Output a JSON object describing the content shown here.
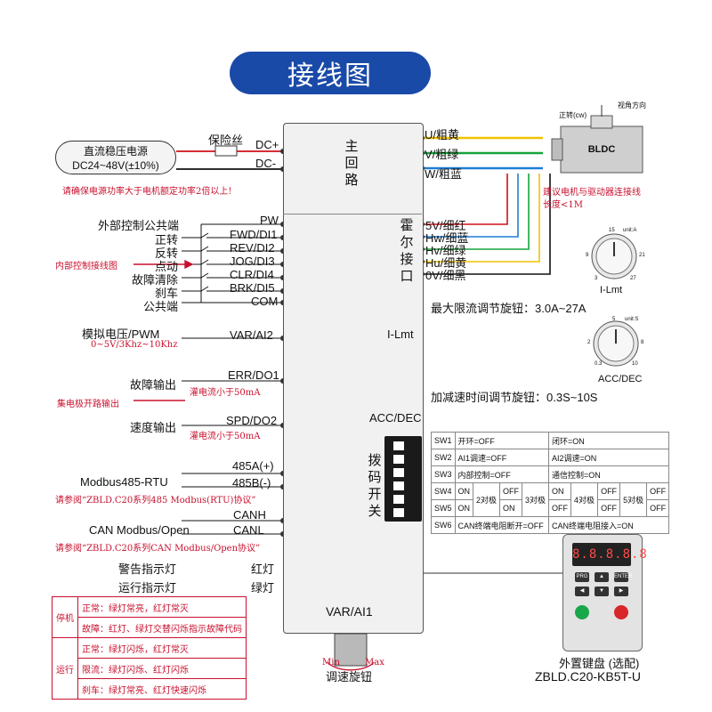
{
  "title": "接线图",
  "power": {
    "psu_line1": "直流稳压电源",
    "psu_line2": "DC24~48V(±10%)",
    "fuse": "保险丝",
    "dc_plus": "DC+",
    "dc_minus": "DC-",
    "note": "请确保电源功率大于电机额定功率2倍以上!"
  },
  "board": {
    "main_circuit": [
      "主",
      "回",
      "路"
    ],
    "hall_port": [
      "霍",
      "尔",
      "接",
      "口"
    ],
    "dip_label": [
      "拨",
      "码",
      "开",
      "关"
    ],
    "i_lmt": "I-Lmt",
    "acc_dec": "ACC/DEC",
    "var_ai1": "VAR/AI1",
    "speed_knob": "调速旋钮",
    "min": "Min",
    "max": "Max"
  },
  "motor": {
    "phases": [
      "U/粗黄",
      "V/粗绿",
      "W/粗蓝"
    ],
    "name": "BLDC",
    "forward": "正转(cw)",
    "view": "视角方向",
    "note_line1": "建议电机与驱动器连接线",
    "note_line2": "长度<1M"
  },
  "hall": [
    "5V/细红",
    "Hw/细蓝",
    "Hv/细绿",
    "Hu/细黄",
    "0V/细黑"
  ],
  "inputs": {
    "pw": "PW",
    "common_ext": "外部控制公共端",
    "rows": [
      {
        "name": "正转",
        "pin": "FWD/DI1"
      },
      {
        "name": "反转",
        "pin": "REV/DI2"
      },
      {
        "name": "点动",
        "pin": "JOG/DI3"
      },
      {
        "name": "故障清除",
        "pin": "CLR/DI4"
      },
      {
        "name": "刹车",
        "pin": "BRK/DI5"
      },
      {
        "name": "公共端",
        "pin": "COM"
      }
    ],
    "internal_note": "内部控制接线图",
    "analog_name": "模拟电压/PWM",
    "analog_pin": "VAR/AI2",
    "analog_note": "0~5V/3Khz~10Khz"
  },
  "outputs": {
    "fault_name": "故障输出",
    "fault_pin": "ERR/DO1",
    "fault_note": "灌电流小于50mA",
    "oc_note": "集电极开路输出",
    "speed_name": "速度输出",
    "speed_pin": "SPD/DO2",
    "speed_note": "灌电流小于50mA"
  },
  "comm": {
    "modbus485": "Modbus485-RTU",
    "a": "485A(+)",
    "b": "485B(-)",
    "note485": "请参阅“ZBLD.C20系列485 Modbus(RTU)协议”",
    "can": "CAN Modbus/Open",
    "canh": "CANH",
    "canl": "CANL",
    "note_can": "请参阅“ZBLD.C20系列CAN Modbus/Open协议”"
  },
  "leds": {
    "warn": "警告指示灯",
    "run": "运行指示灯",
    "red": "红灯",
    "green": "绿灯"
  },
  "status": [
    {
      "group": "停机",
      "text": "正常：绿灯常亮，红灯常灭"
    },
    {
      "group": "",
      "text": "故障：红灯、绿灯交替闪烁指示故障代码"
    },
    {
      "group": "运行",
      "text": "正常：绿灯闪烁，红灯常灭"
    },
    {
      "group": "",
      "text": "限流：绿灯闪烁、红灯闪烁"
    },
    {
      "group": "",
      "text": "刹车：绿灯常亮、红灯快速闪烁"
    }
  ],
  "dial_ilmt": {
    "label": "I-Lmt",
    "unit": "unit:A",
    "ticks": [
      "15",
      "9",
      "21",
      "3",
      "27"
    ]
  },
  "dial_acc": {
    "label": "ACC/DEC",
    "unit": "unit:S",
    "ticks": [
      "5",
      "2",
      "8",
      "0.3",
      "10"
    ]
  },
  "current_text": "最大限流调节旋钮：3.0A~27A",
  "accel_text": "加减速时间调节旋钮：0.3S~10S",
  "sw_table": [
    [
      "SW1",
      "开环=OFF",
      "闭环=ON"
    ],
    [
      "SW2",
      "AI1调速=OFF",
      "AI2调速=ON"
    ],
    [
      "SW3",
      "内部控制=OFF",
      "通信控制=ON"
    ],
    [
      "SW4",
      "ON",
      "2对极",
      "OFF",
      "3对极",
      "ON",
      "4对极",
      "OFF",
      "5对极",
      "OFF"
    ],
    [
      "SW5",
      "ON",
      "",
      "ON",
      "",
      "OFF",
      "",
      "OFF",
      "",
      "OFF"
    ],
    [
      "SW6",
      "CAN终端电阻断开=OFF",
      "CAN终端电阻接入=ON"
    ]
  ],
  "keyboard": {
    "display": "8.8.8.8.8",
    "label": "外置键盘 (选配)",
    "model": "ZBLD.C20-KB5T-U",
    "keys": [
      "PRG",
      "▲",
      "ENTER",
      "◀",
      "▼",
      "▶"
    ]
  },
  "colors": {
    "title_bg": "#1a4aa8",
    "note_red": "#c8102e",
    "wire_yellow": "#f2c200",
    "wire_green": "#17a33a",
    "wire_blue": "#1e7fd6",
    "wire_red": "#d0101a",
    "wire_black": "#111111"
  }
}
